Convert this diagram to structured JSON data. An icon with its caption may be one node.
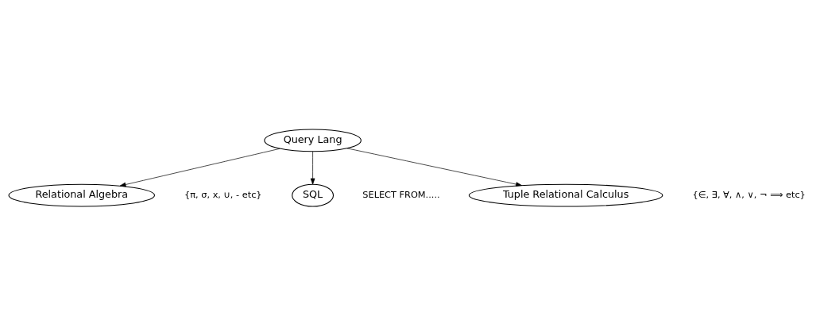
{
  "diagram": {
    "nodes": [
      {
        "text": [
          "Query Lang"
        ]
      },
      {
        "text": [
          "Relational Algebra"
        ],
        "beside": [
          "{π, σ, x, ∪, - etc}"
        ]
      },
      {
        "text": [
          "SQL"
        ],
        "beside": [
          "SELECT FROM....."
        ]
      },
      {
        "text": [
          "Tuple Relational Calculus"
        ],
        "beside": [
          "{∈, ∃, ∀, ∧, ∨, ¬ ⟹ etc}"
        ]
      }
    ],
    "edges": [
      {
        "from": 0,
        "to": 1,
        "arrow": "to"
      },
      {
        "from": 0,
        "to": 2,
        "arrow": "to"
      },
      {
        "from": 0,
        "to": 3,
        "arrow": "to"
      }
    ]
  }
}
